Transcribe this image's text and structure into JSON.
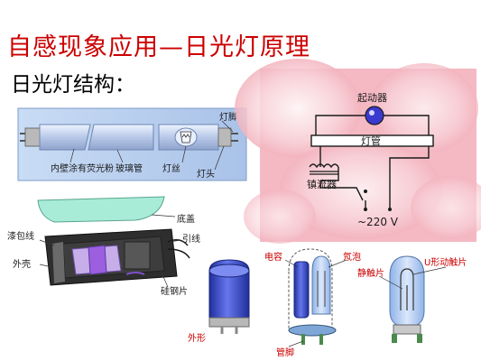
{
  "title": "自感现象应用—日光灯原理",
  "subtitle": "日光灯结构：",
  "tube_panel": {
    "labels": {
      "pins": "灯脚",
      "phosphor": "内壁涂有荧光粉",
      "glass_tube": "玻璃管",
      "filament": "灯丝",
      "cap": "灯头"
    }
  },
  "circuit_panel": {
    "labels": {
      "starter": "起动器",
      "tube": "灯管",
      "ballast": "镇流器",
      "voltage": "~220 V"
    }
  },
  "ballast_panel": {
    "labels": {
      "bottom_cover": "底盖",
      "wrap_wire": "漆包线",
      "lead_wire": "引线",
      "shell": "外壳",
      "silicon_steel": "硅钢片"
    }
  },
  "starter_case_panel": {
    "labels": {
      "appearance": "外形"
    }
  },
  "starter_inner_panel": {
    "labels": {
      "capacitor": "电容",
      "neon_bulb": "氖泡",
      "pins": "管脚",
      "u_contact": "U形动触片",
      "static_contact": "静触片"
    }
  },
  "colors": {
    "title": "#cc0000",
    "circuit_bg": "#f6c3cb",
    "wire": "#1a1a1a",
    "ballast_coil": "#c8aee8",
    "starter_case": "#3344cc"
  }
}
